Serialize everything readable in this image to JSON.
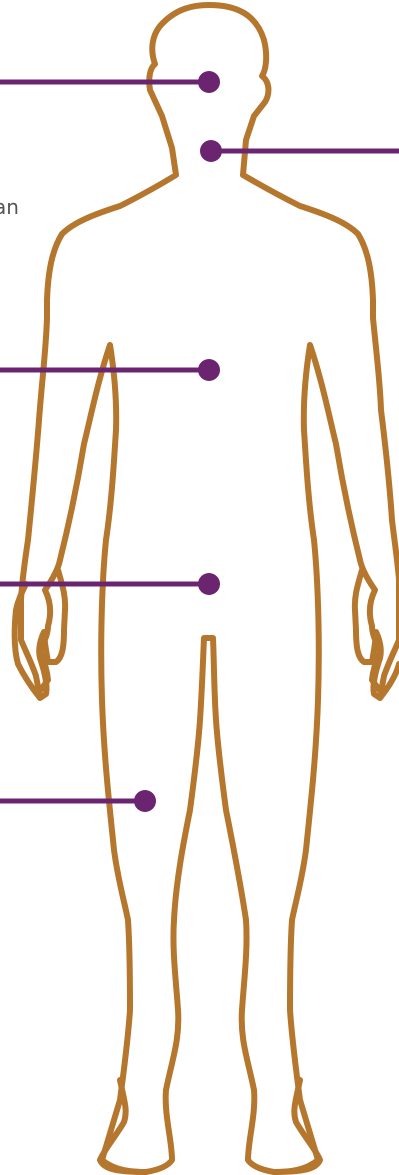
{
  "diagram": {
    "label_fragment": "an",
    "colors": {
      "outline": "#B5772E",
      "pointer": "#6B2470",
      "text": "#555555",
      "background": "#FFFFFF"
    },
    "pointers": [
      {
        "name": "head"
      },
      {
        "name": "neck"
      },
      {
        "name": "chest"
      },
      {
        "name": "lower-abdomen"
      },
      {
        "name": "thigh"
      }
    ]
  }
}
